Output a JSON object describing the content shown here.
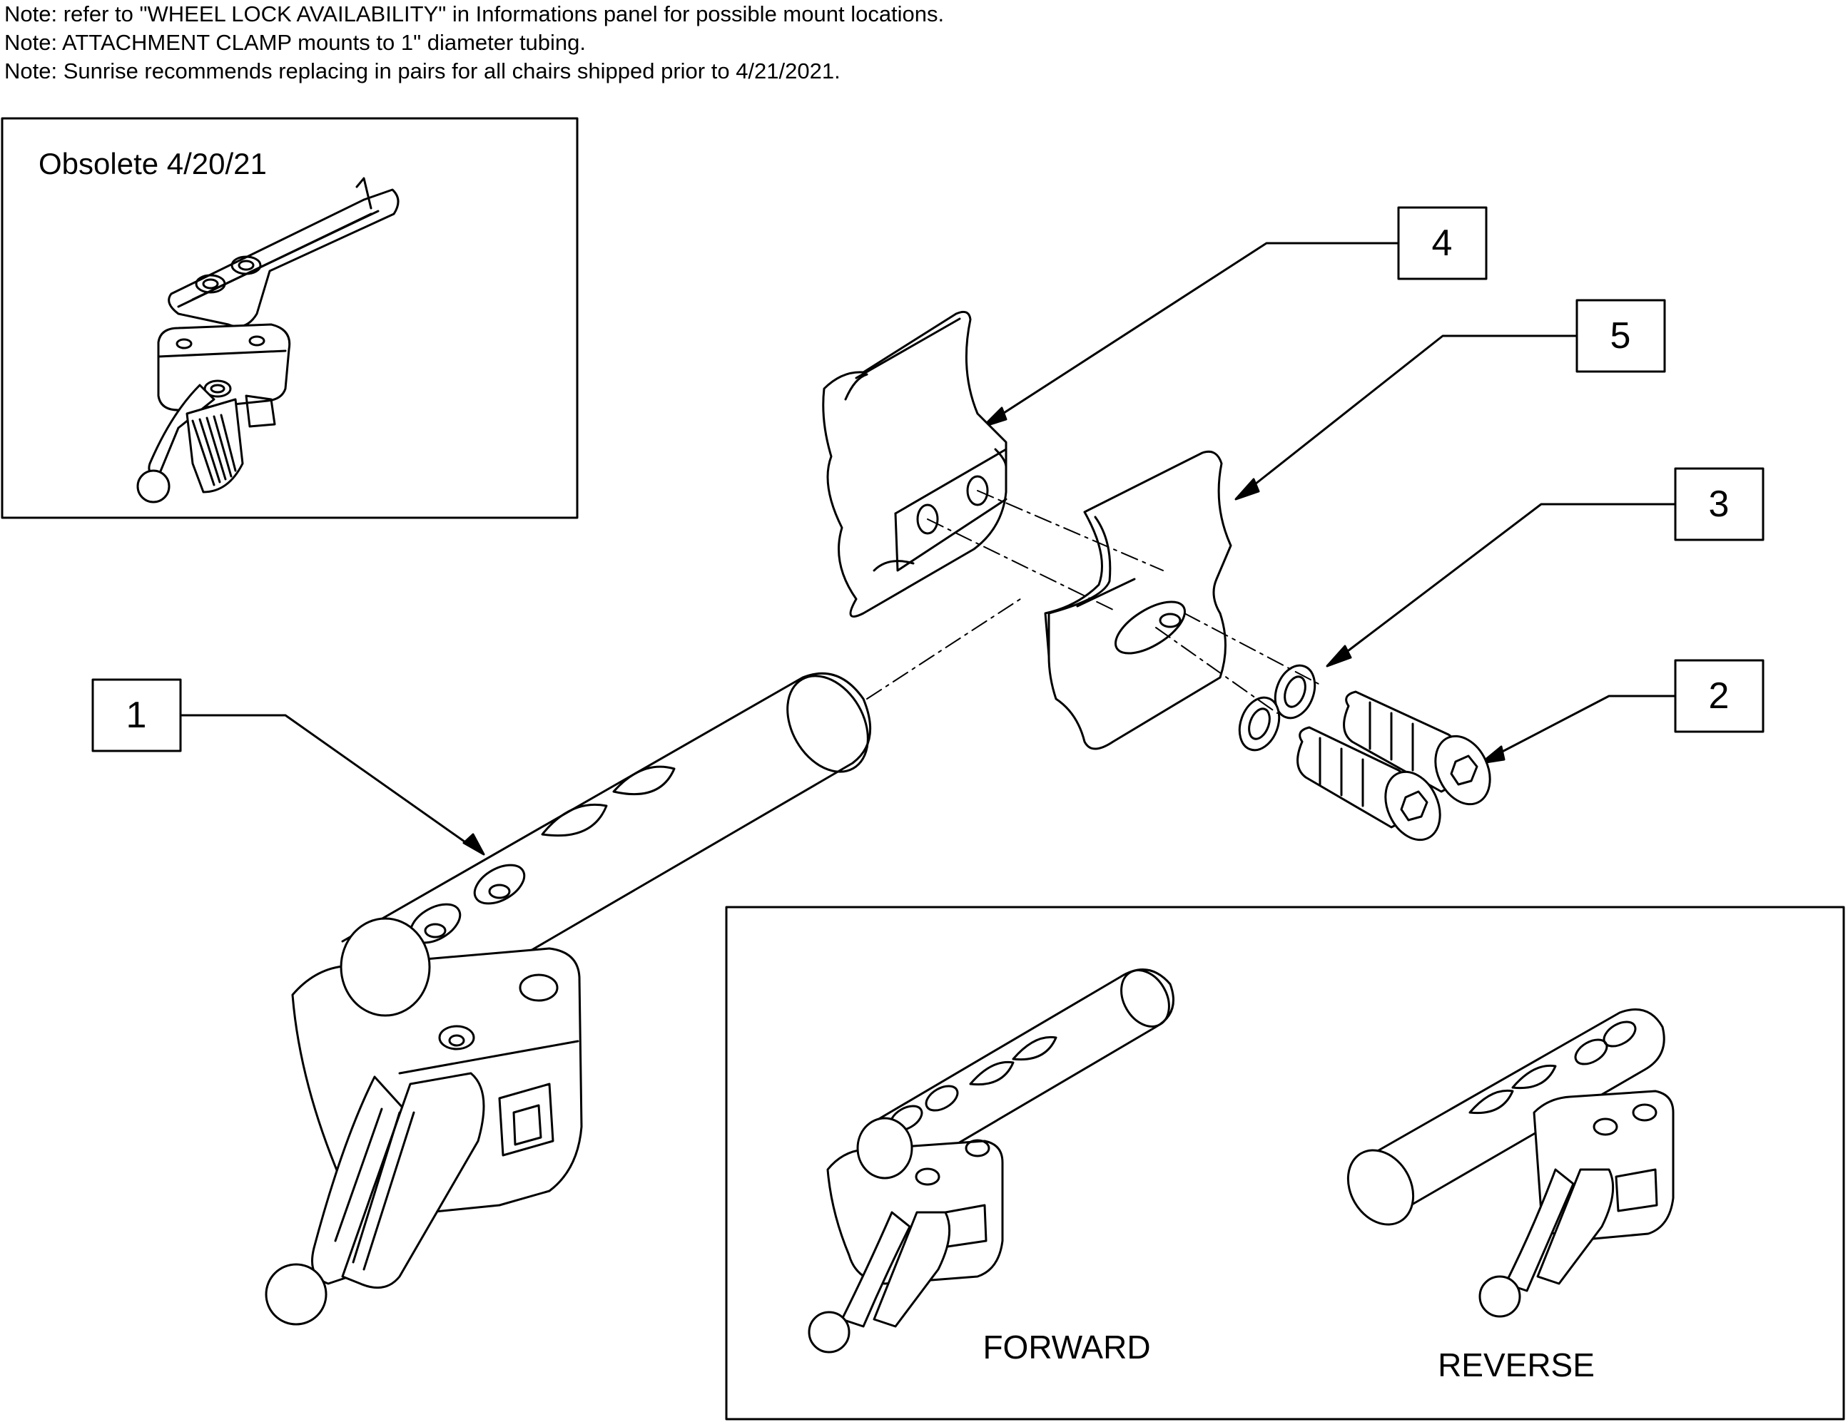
{
  "notes": [
    "Note: refer to \"WHEEL LOCK AVAILABILITY\" in Informations panel for possible mount locations.",
    "Note: ATTACHMENT CLAMP mounts to 1\" diameter tubing.",
    "Note: Sunrise recommends replacing in pairs for all chairs shipped prior to 4/21/2021."
  ],
  "obsolete_box": {
    "title": "Obsolete 4/20/21"
  },
  "callouts": [
    {
      "id": "1",
      "label": "1"
    },
    {
      "id": "2",
      "label": "2"
    },
    {
      "id": "3",
      "label": "3"
    },
    {
      "id": "4",
      "label": "4"
    },
    {
      "id": "5",
      "label": "5"
    }
  ],
  "orientation_box": {
    "forward_label": "FORWARD",
    "reverse_label": "REVERSE"
  }
}
